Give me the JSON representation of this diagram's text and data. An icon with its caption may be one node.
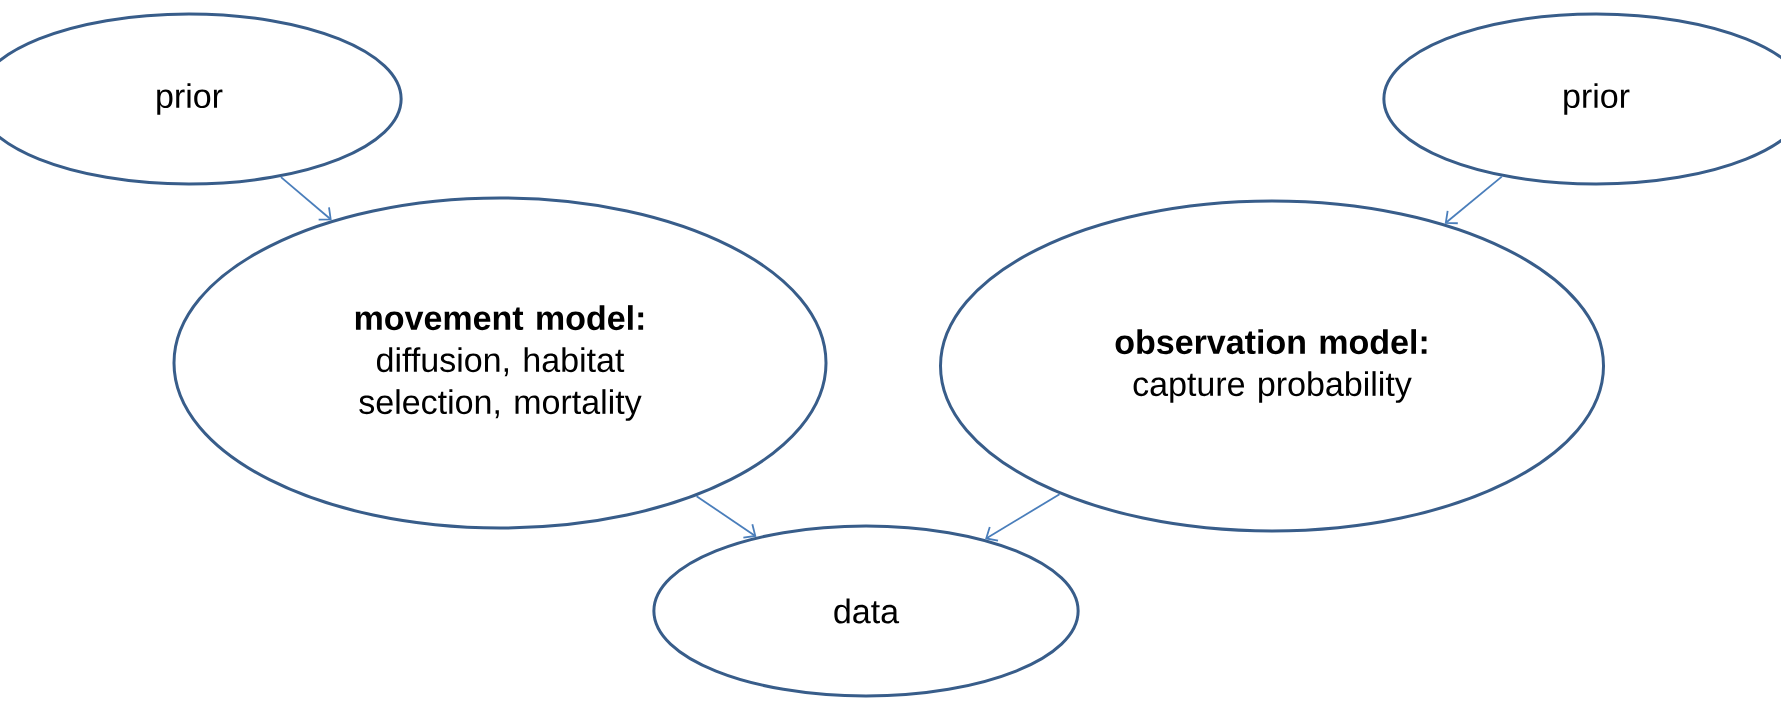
{
  "diagram": {
    "nodes": [
      {
        "text": [
          "prior"
        ]
      },
      {
        "text": [
          "prior"
        ]
      },
      {
        "text": [
          "movement model:",
          "diffusion, habitat selection, mortality"
        ]
      },
      {
        "text": [
          "observation model:",
          "capture probability"
        ]
      },
      {
        "text": [
          "data"
        ]
      }
    ],
    "edges": [
      {
        "from": 0,
        "to": 2,
        "arrow": "to"
      },
      {
        "from": 1,
        "to": 3,
        "arrow": "to"
      },
      {
        "from": 2,
        "to": 4,
        "arrow": "to"
      },
      {
        "from": 3,
        "to": 4,
        "arrow": "to"
      }
    ]
  }
}
